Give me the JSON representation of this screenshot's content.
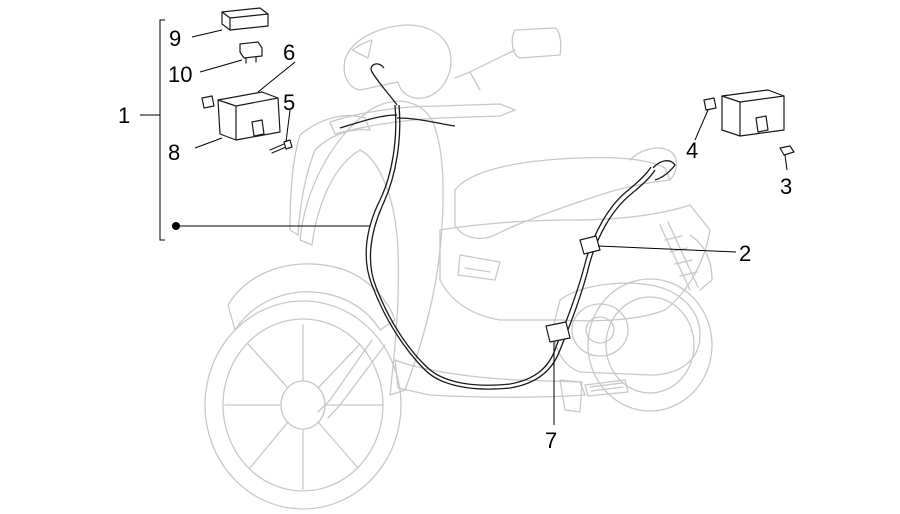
{
  "callouts": {
    "c1": "1",
    "c2": "2",
    "c3": "3",
    "c4": "4",
    "c5": "5",
    "c6": "6",
    "c7": "7",
    "c8": "8",
    "c9": "9",
    "c10": "10"
  },
  "colors": {
    "ink": "#000000",
    "ghost": "#c8c8c8",
    "background": "#ffffff"
  }
}
